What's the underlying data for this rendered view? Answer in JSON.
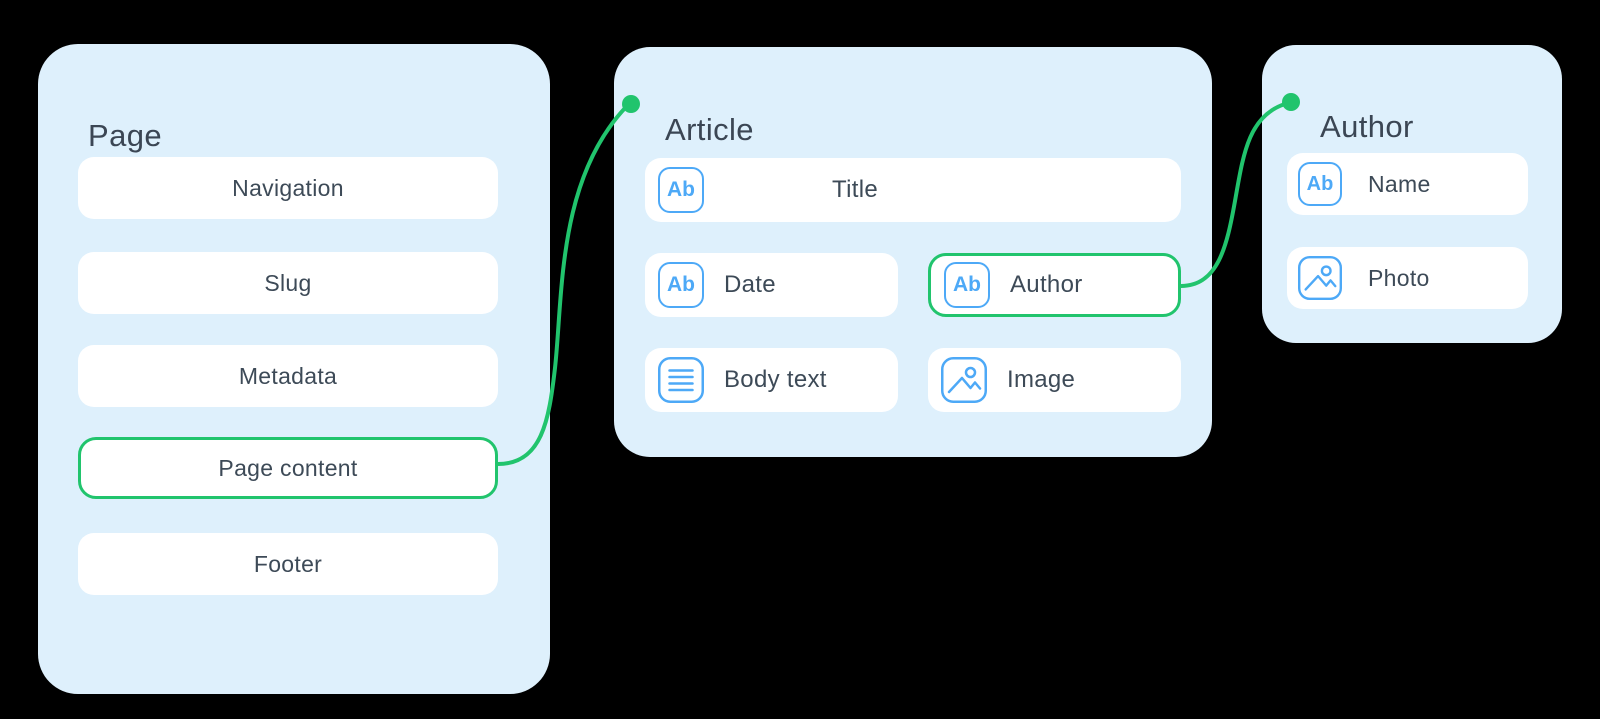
{
  "canvas": {
    "background": "#000000"
  },
  "colors": {
    "panel_background": "#def0fc",
    "card_background": "#ffffff",
    "title_text": "#3b4654",
    "label_text": "#3d4a57",
    "field_icon_blue": "#4da9f7",
    "connector_green": "#21c46d"
  },
  "icons": {
    "text_field_glyph": "Ab"
  },
  "panels": {
    "page": {
      "title": "Page",
      "items": [
        {
          "label": "Navigation",
          "highlighted": false
        },
        {
          "label": "Slug",
          "highlighted": false
        },
        {
          "label": "Metadata",
          "highlighted": false
        },
        {
          "label": "Page content",
          "highlighted": true
        },
        {
          "label": "Footer",
          "highlighted": false
        }
      ]
    },
    "article": {
      "title": "Article",
      "items": [
        {
          "label": "Title",
          "icon": "text-field"
        },
        {
          "label": "Date",
          "icon": "text-field"
        },
        {
          "label": "Author",
          "icon": "text-field",
          "highlighted": true
        },
        {
          "label": "Body text",
          "icon": "body-text"
        },
        {
          "label": "Image",
          "icon": "image"
        }
      ]
    },
    "author": {
      "title": "Author",
      "items": [
        {
          "label": "Name",
          "icon": "text-field"
        },
        {
          "label": "Photo",
          "icon": "image"
        }
      ]
    }
  },
  "connections": [
    {
      "from": "Page content",
      "to": "Article"
    },
    {
      "from": "Author field",
      "to": "Author"
    }
  ]
}
